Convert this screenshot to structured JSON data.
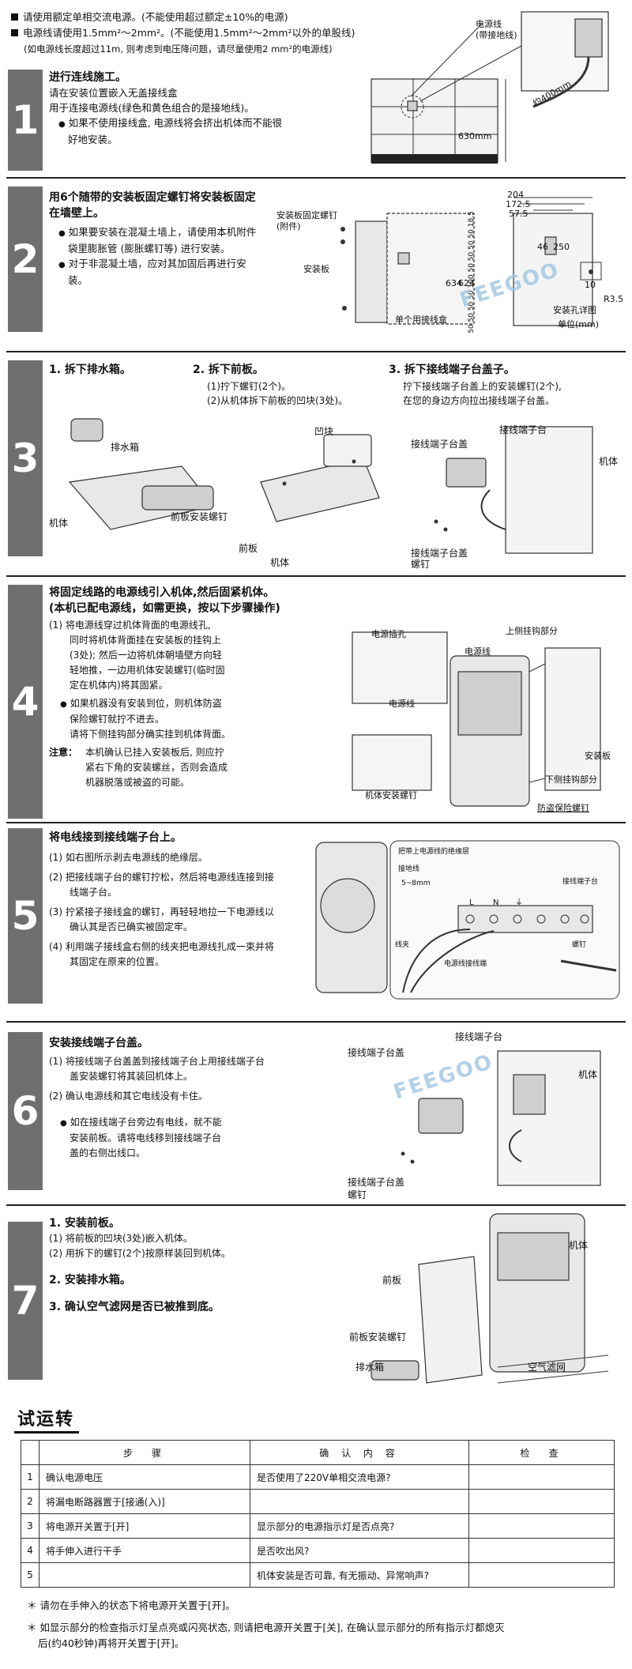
{
  "intro": {
    "line1": "请使用额定单相交流电源。(不能使用超过额定±10%的电源)",
    "line2": "电源线请使用1.5mm²～2mm²。(不能使用1.5mm²～2mm²以外的单股线)",
    "line3": "(如电源线长度超过11m, 则考虑到电压降问题，请尽量使用2 mm²的电源线)"
  },
  "steps": [
    {
      "num": "1",
      "title": "进行连线施工。",
      "lines": [
        "请在安装位置嵌入无盖接线盒",
        "用于连接电源线(绿色和黄色组合的是接地线)。"
      ],
      "bullets": [
        "如果不使用接线盒, 电源线将会挤出机体而不能很好地安装。"
      ],
      "labels": {
        "power_cord": "电源线",
        "ground": "(带接地线)",
        "len400": "约400mm",
        "h630": "630mm"
      }
    },
    {
      "num": "2",
      "title": "用6个随带的安装板固定螺钉将安装板固定在墙壁上。",
      "bullets": [
        "如果要安装在混凝土墙上，请使用本机附件袋里膨胀管 (膨胀螺钉等) 进行安装。",
        "对于非混凝土墙，应对其加固后再进行安装。"
      ],
      "labels": {
        "screw": "安装板固定螺钉",
        "accessory": "(附件)",
        "plate": "安装板",
        "box": "单个用接线盒",
        "hole": "安装孔详图",
        "unit": "单位(mm)",
        "d204": "204",
        "d1725": "172.5",
        "d575": "57.5",
        "d46": "46",
        "d250": "250",
        "d10": "10",
        "r35": "R3.5",
        "d634": "634",
        "d624": "624",
        "vdims": "50 50 50 50 100 50 50 50 50 18.5"
      }
    },
    {
      "num": "3",
      "sub1": "1. 拆下排水箱。",
      "sub2": "2. 拆下前板。",
      "sub2_lines": [
        "(1)拧下螺钉(2个)。",
        "(2)从机体拆下前板的凹块(3处)。"
      ],
      "sub3": "3. 拆下接线端子台盖子。",
      "sub3_lines": [
        "拧下接线端子台盖上的安装螺钉(2个),",
        "在您的身边方向拉出接线端子台盖。"
      ],
      "labels": {
        "tank": "排水箱",
        "body": "机体",
        "recess": "凹块",
        "front_screw": "前板安装螺钉",
        "front": "前板",
        "body2": "机体",
        "terminal": "接线端子台",
        "cover": "接线端子台盖",
        "body3": "机体",
        "cover_screw": "接线端子台盖",
        "cover_screw2": "螺钉"
      }
    },
    {
      "num": "4",
      "title": "将固定线路的电源线引入机体,然后固紧机体。",
      "title2": "(本机已配电源线，如需更换，按以下步骤操作)",
      "item1": [
        "(1)  将电源线穿过机体背面的电源线孔,",
        "同时将机体背面挂在安装板的挂钩上",
        "(3处); 然后一边将机体朝墙壁方向轻",
        "轻地推，一边用机体安装螺钉(临时固",
        "定在机体内)将其固紧。"
      ],
      "bullet": [
        "如果机器没有安装到位，则机体防盗",
        "保险螺钉就拧不进去。",
        "请将下侧挂钩部分确实挂到机体背面。"
      ],
      "note_label": "注意：",
      "note": [
        "本机确认已挂入安装板后, 则应拧",
        "紧右下角的安装螺丝，否则会造成",
        "机器脱落或被盗的可能。"
      ],
      "labels": {
        "hole": "电源插孔",
        "cord": "电源线",
        "cord2": "电源线",
        "upper_hook": "上侧挂钩部分",
        "plate": "安装板",
        "lower_hook": "下侧挂钩部分",
        "body_screw": "机体安装螺钉",
        "anti_theft": "防盗保险螺钉"
      }
    },
    {
      "num": "5",
      "title": "将电线接到接线端子台上。",
      "items": [
        [
          "(1)",
          "如右图所示剥去电源线的绝缘层。"
        ],
        [
          "(2)",
          "把接线端子台的螺钉拧松，然后将电源线连接到接线端子台。"
        ],
        [
          "(3)",
          "拧紧接子接线盒的螺钉，再轻轻地拉一下电源线以确认其是否已确实被固定牢。"
        ],
        [
          "(4)",
          "利用端子接线盒右侧的线夹把电源线扎成一束并将其固定在原来的位置。"
        ]
      ],
      "labels": {
        "t1": "把带上电源线的绝缘层",
        "t2": "接地线",
        "t3": "5~8mm",
        "t4": "线夹",
        "t5": "接线端子台",
        "t6": "电源线接线端",
        "t7": "螺钉",
        "L": "L",
        "N": "N",
        "E": "⏚"
      }
    },
    {
      "num": "6",
      "title": "安装接线端子台盖。",
      "items": [
        [
          "(1)",
          "将接线端子台盖盖到接线端子台上用接线端子台盖安装螺钉将其装回机体上。"
        ],
        [
          "(2)",
          "确认电源线和其它电线没有卡住。"
        ]
      ],
      "bullet": [
        "如在接线端子台旁边有电线，就不能",
        "安装前板。请将电线移到接线端子台",
        "盖的右侧出线口。"
      ],
      "labels": {
        "terminal": "接线端子台",
        "cover": "接线端子台盖",
        "body": "机体",
        "cover_screw": "接线端子台盖",
        "cover_screw2": "螺钉"
      }
    },
    {
      "num": "7",
      "sub1": "1. 安装前板。",
      "sub1_lines": [
        [
          "(1)",
          "将前板的凹块(3处)嵌入机体。"
        ],
        [
          "(2)",
          "用拆下的螺钉(2个)按原样装回到机体。"
        ]
      ],
      "sub2": "2. 安装排水箱。",
      "sub3": "3. 确认空气滤网是否已被推到底。",
      "labels": {
        "body": "机体",
        "front": "前板",
        "front_screw": "前板安装螺钉",
        "tank": "排水箱",
        "filter": "空气滤网"
      }
    }
  ],
  "watermark": "FEEGOO",
  "trial": {
    "title": "试运转",
    "headers": [
      "步　骤",
      "确 认 内 容",
      "检　查"
    ],
    "rows": [
      {
        "n": "1",
        "step": "确认电源电压",
        "confirm": "是否使用了220V单相交流电源?"
      },
      {
        "n": "2",
        "step": "将漏电断路器置于[接通(入)]",
        "confirm": ""
      },
      {
        "n": "3",
        "step": "将电源开关置于[开]",
        "confirm": "显示部分的电源指示灯是否点亮?"
      },
      {
        "n": "4",
        "step": "将手伸入进行干手",
        "confirm": "是否吹出风?"
      },
      {
        "n": "5",
        "step": "",
        "confirm": "机体安装是否可靠, 有无振动、异常响声?"
      }
    ],
    "notes": [
      "＊ 请勿在手伸入的状态下将电源开关置于[开]。",
      "＊ 如显示部分的检查指示灯呈点亮或闪亮状态, 则请把电源开关置于[关], 在确认显示部分的所有指示灯都熄灭",
      "后(约40秒钟)再将开关置于[开]。"
    ]
  }
}
